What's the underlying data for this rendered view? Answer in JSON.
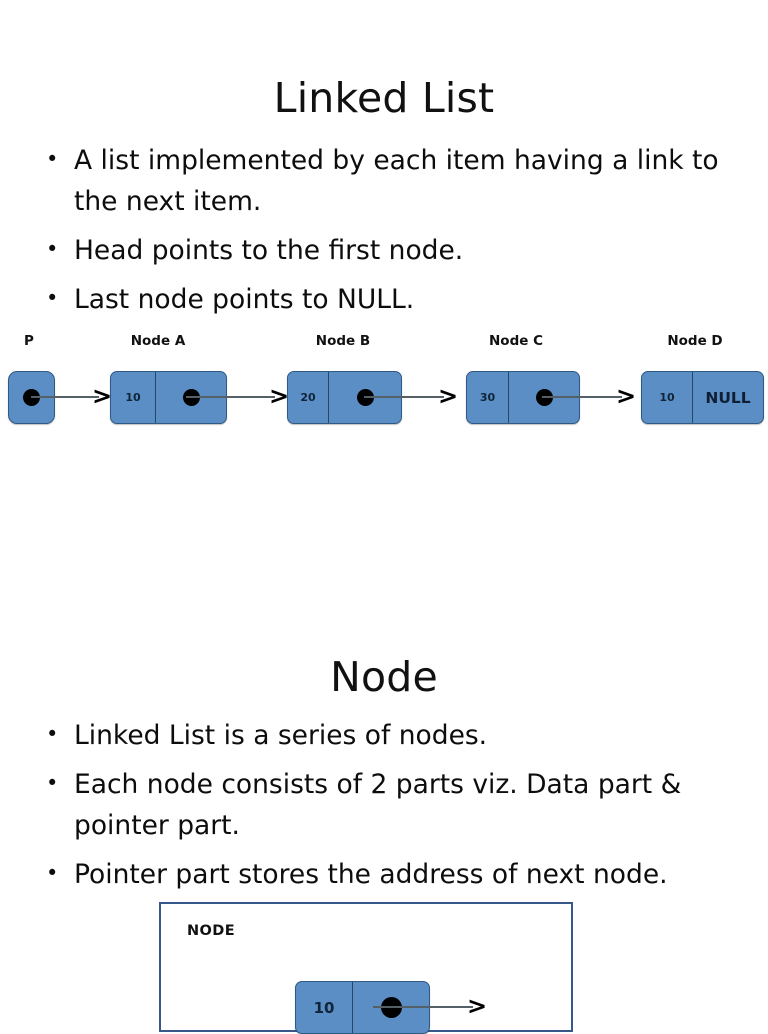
{
  "slides": [
    {
      "title": "Linked List",
      "bullets": [
        "A list implemented by each item having a link to the next item.",
        "Head points to the first node.",
        "Last node points to NULL."
      ],
      "diagram": {
        "type": "singly-linked-list",
        "pointer_label": "P",
        "pointer_value": "",
        "node_labels": [
          "P",
          "Node A",
          "Node B",
          "Node C",
          "Node D"
        ],
        "nodes": [
          {
            "label": "Node A",
            "data": "10",
            "pointer": "dot"
          },
          {
            "label": "Node B",
            "data": "20",
            "pointer": "dot"
          },
          {
            "label": "Node C",
            "data": "30",
            "pointer": "dot"
          },
          {
            "label": "Node D",
            "data": "10",
            "pointer": "NULL"
          }
        ],
        "arrow_glyph": ">",
        "node_fill": "#5b8ec4",
        "node_border": "#2f5a86",
        "arrow_color": "#555f66"
      }
    },
    {
      "title": "Node",
      "bullets": [
        "Linked List is a series of nodes.",
        "Each node consists of 2 parts viz. Data part & pointer part.",
        "Pointer part stores the address of next node."
      ],
      "frame": {
        "caption": "NODE",
        "border_color": "#36598a",
        "node": {
          "data": "10",
          "pointer": "dot"
        },
        "arrow_glyph": ">"
      }
    }
  ]
}
